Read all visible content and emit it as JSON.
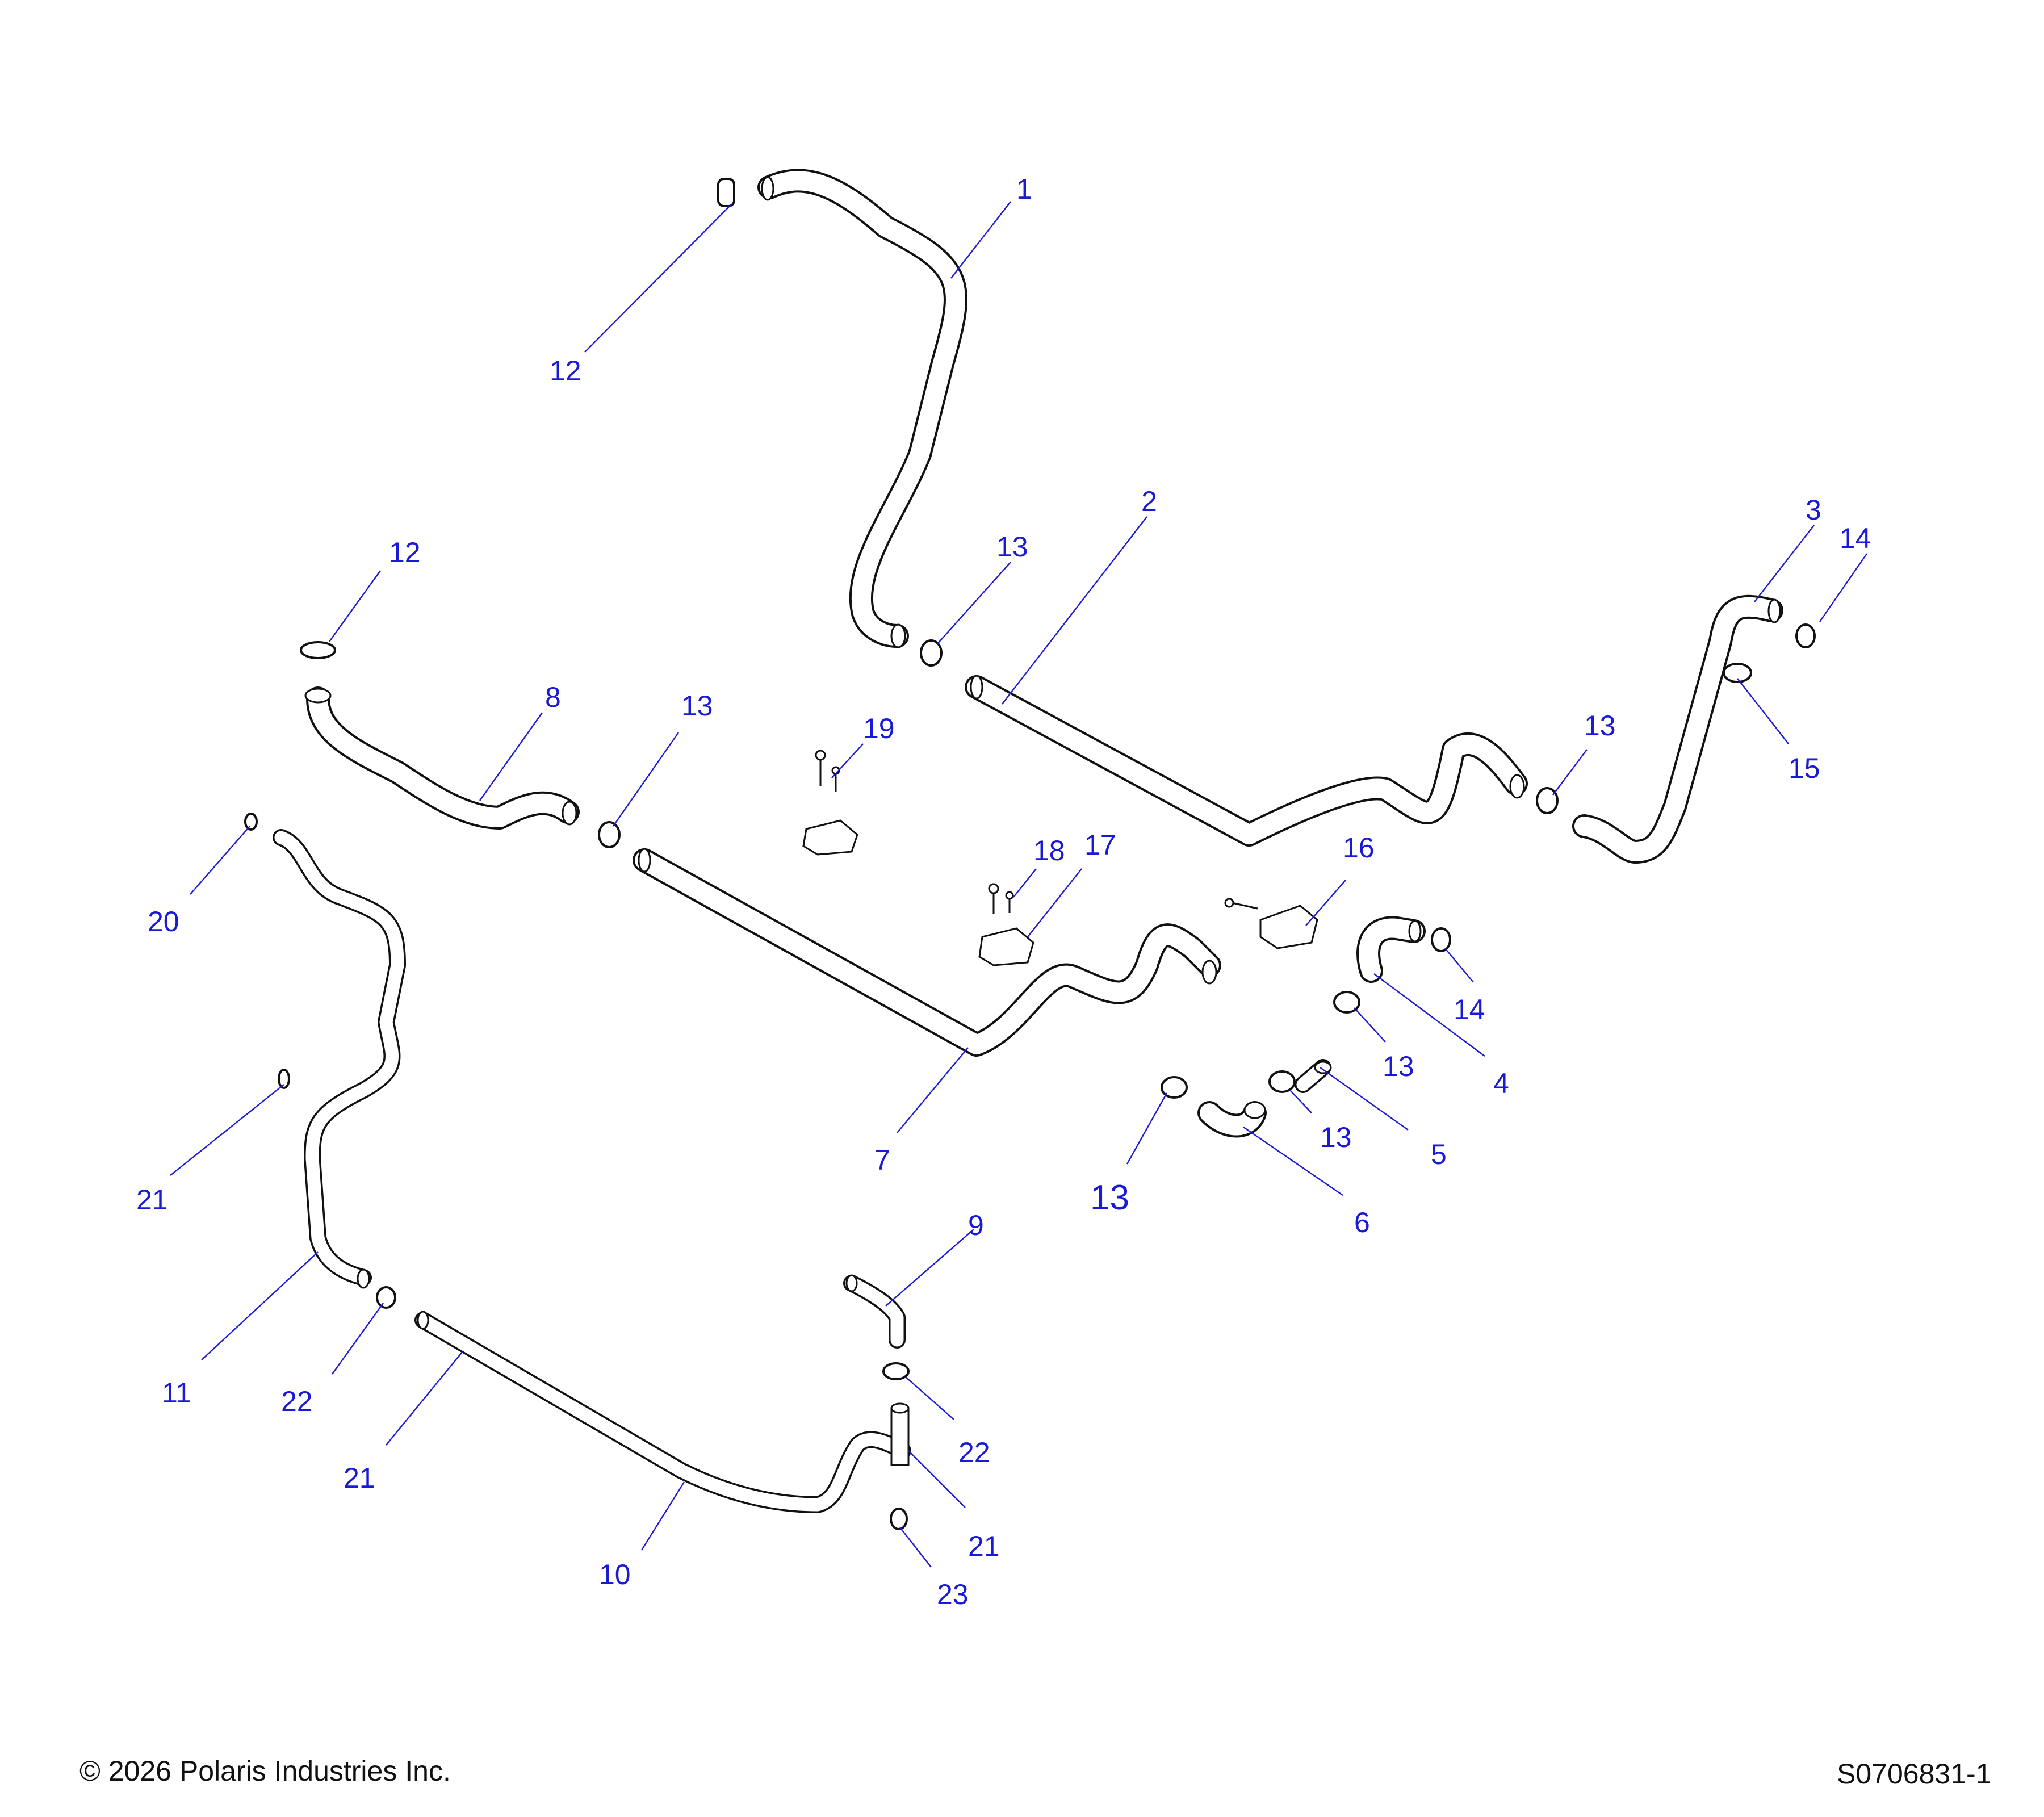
{
  "callouts": [
    {
      "id": "c1",
      "label": "1"
    },
    {
      "id": "c2",
      "label": "2"
    },
    {
      "id": "c3",
      "label": "3"
    },
    {
      "id": "c4",
      "label": "4"
    },
    {
      "id": "c5",
      "label": "5"
    },
    {
      "id": "c6",
      "label": "6"
    },
    {
      "id": "c7",
      "label": "7"
    },
    {
      "id": "c8",
      "label": "8"
    },
    {
      "id": "c9",
      "label": "9"
    },
    {
      "id": "c10",
      "label": "10"
    },
    {
      "id": "c11",
      "label": "11"
    },
    {
      "id": "c12a",
      "label": "12"
    },
    {
      "id": "c12b",
      "label": "12"
    },
    {
      "id": "c13a",
      "label": "13"
    },
    {
      "id": "c13b",
      "label": "13"
    },
    {
      "id": "c13c",
      "label": "13"
    },
    {
      "id": "c13d",
      "label": "13"
    },
    {
      "id": "c13e",
      "label": "13"
    },
    {
      "id": "c13f",
      "label": "13"
    },
    {
      "id": "c14a",
      "label": "14"
    },
    {
      "id": "c14b",
      "label": "14"
    },
    {
      "id": "c15",
      "label": "15"
    },
    {
      "id": "c16",
      "label": "16"
    },
    {
      "id": "c17",
      "label": "17"
    },
    {
      "id": "c18",
      "label": "18"
    },
    {
      "id": "c19",
      "label": "19"
    },
    {
      "id": "c20",
      "label": "20"
    },
    {
      "id": "c21a",
      "label": "21"
    },
    {
      "id": "c21b",
      "label": "21"
    },
    {
      "id": "c21c",
      "label": "21"
    },
    {
      "id": "c22a",
      "label": "22"
    },
    {
      "id": "c22b",
      "label": "22"
    },
    {
      "id": "c23",
      "label": "23"
    }
  ],
  "footer": {
    "copyright": "© 2026 Polaris Industries Inc.",
    "drawing_number": "S0706831-1"
  },
  "colors": {
    "callout": "#1a1ad6",
    "line_art": "#111111",
    "background": "#ffffff"
  }
}
